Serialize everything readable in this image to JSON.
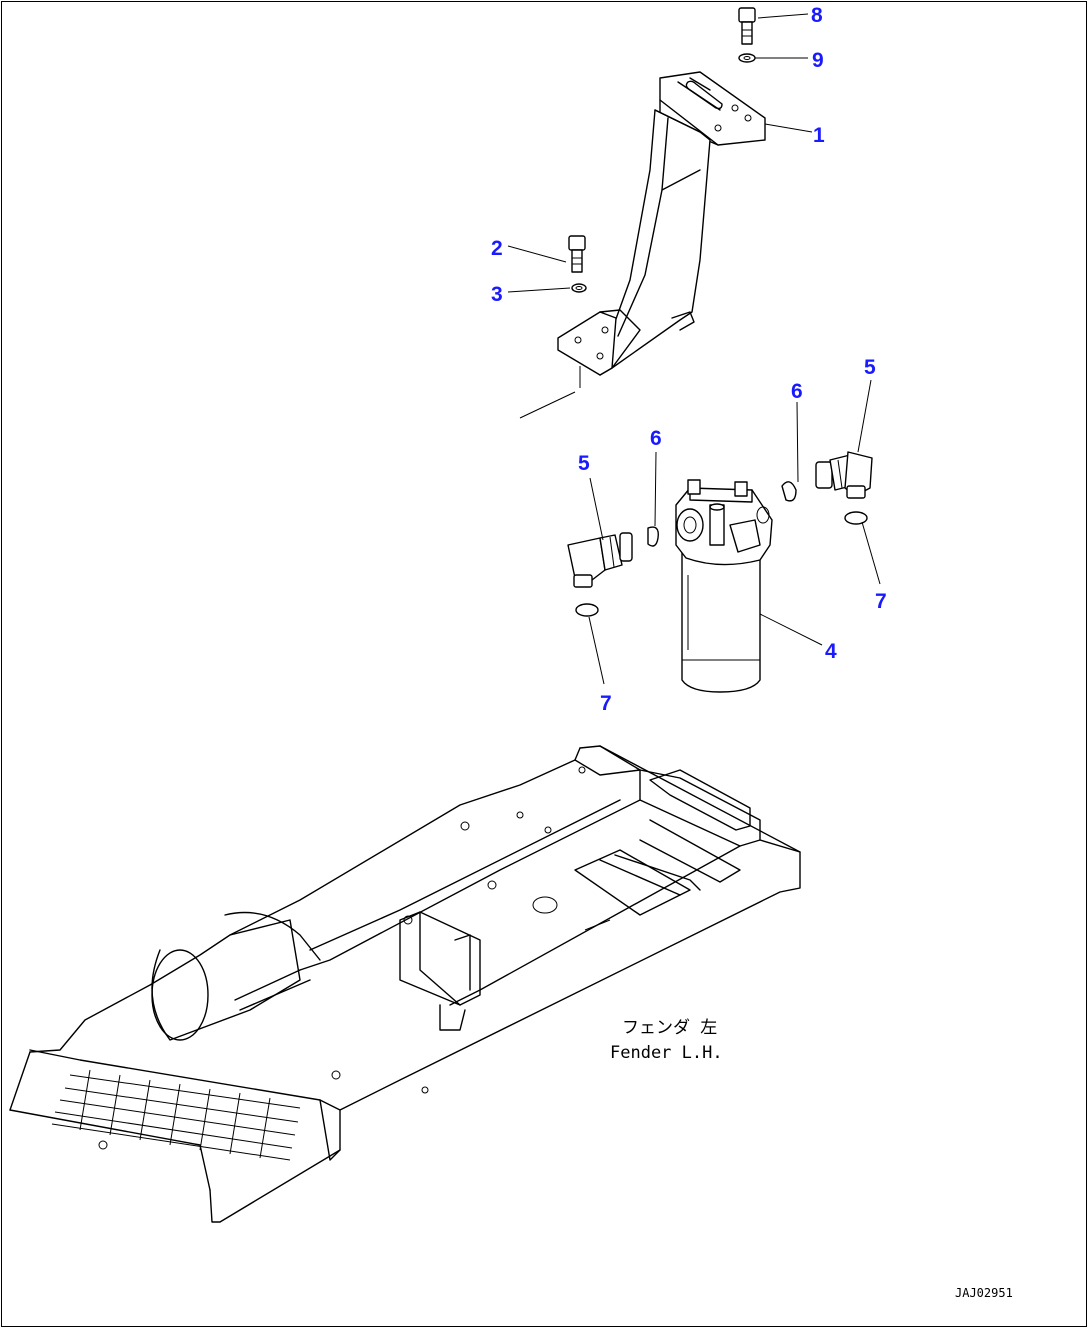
{
  "accent": "#1a1aff",
  "callouts": [
    {
      "num": "8"
    },
    {
      "num": "9"
    },
    {
      "num": "1"
    },
    {
      "num": "2"
    },
    {
      "num": "3"
    },
    {
      "num": "5"
    },
    {
      "num": "6"
    },
    {
      "num": "5"
    },
    {
      "num": "6"
    },
    {
      "num": "7"
    },
    {
      "num": "4"
    },
    {
      "num": "7"
    }
  ],
  "note": {
    "ja": "フェンダ 左",
    "en": "Fender L.H."
  },
  "drawing_code": "JAJ02951"
}
